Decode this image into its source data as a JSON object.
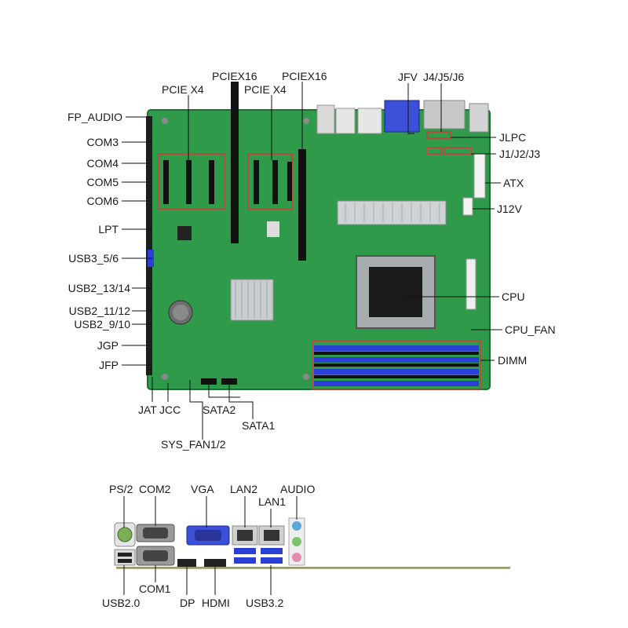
{
  "board": {
    "pcb_color": "#2f9a4a",
    "highlight_color": "#e0323c",
    "slot_color": "#111111",
    "dimm_color": "#2a3fd6",
    "labels": {
      "fp_audio": "FP_AUDIO",
      "com3": "COM3",
      "com4": "COM4",
      "com5": "COM5",
      "com6": "COM6",
      "lpt": "LPT",
      "usb3_5_6": "USB3_5/6",
      "usb2_13_14": "USB2_13/14",
      "usb2_11_12": "USB2_11/12",
      "usb2_9_10": "USB2_9/10",
      "jgp": "JGP",
      "jfp": "JFP",
      "pcie_x4_left": "PCIE X4",
      "pciex16_left": "PCIEX16",
      "pcie_x4_right": "PCIE X4",
      "pciex16_right": "PCIEX16",
      "jfv": "JFV",
      "j4_j5_j6": "J4/J5/J6",
      "jlpc": "JLPC",
      "j1_j2_j3": "J1/J2/J3",
      "atx": "ATX",
      "j12v": "J12V",
      "cpu": "CPU",
      "cpu_fan": "CPU_FAN",
      "dimm": "DIMM",
      "jat": "JAT",
      "jcc": "JCC",
      "sata2": "SATA2",
      "sata1": "SATA1",
      "sys_fan": "SYS_FAN1/2"
    }
  },
  "io_panel": {
    "labels": {
      "ps2": "PS/2",
      "com2": "COM2",
      "vga": "VGA",
      "lan2": "LAN2",
      "lan1": "LAN1",
      "audio": "AUDIO",
      "usb20": "USB2.0",
      "com1": "COM1",
      "dp": "DP",
      "hdmi": "HDMI",
      "usb32": "USB3.2"
    }
  }
}
